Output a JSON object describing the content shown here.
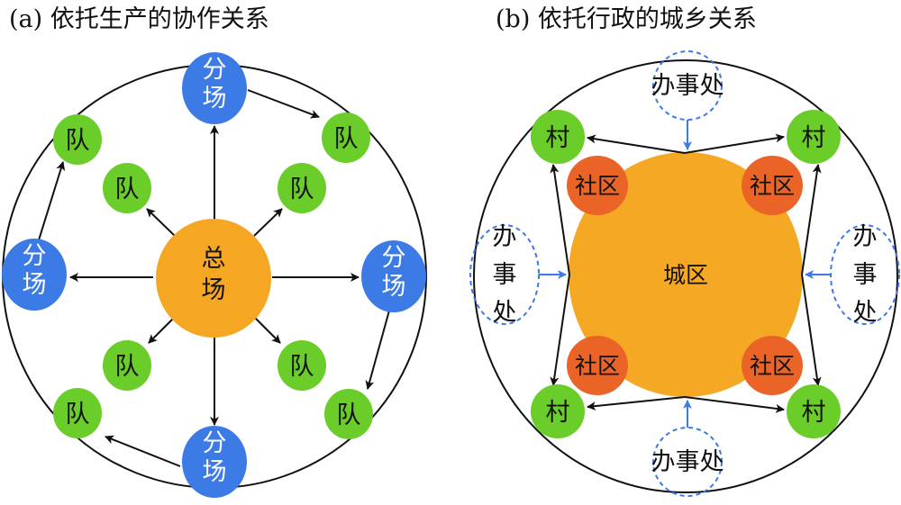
{
  "left": {
    "title": "(a) 依托生产的协作关系",
    "center_label": [
      "总",
      "场"
    ],
    "branch_label": [
      "分",
      "场"
    ],
    "team_label": "队"
  },
  "right": {
    "title": "(b) 依托行政的城乡关系",
    "city_label": "城区",
    "community_label": "社区",
    "village_label": "村",
    "office_label": "办事处",
    "office_label_chars": [
      "办",
      "事",
      "处"
    ]
  },
  "colors": {
    "center": "#f5a623",
    "branch": "#3c7ae6",
    "team": "#6acd2a",
    "community": "#ea6427",
    "city": "#f5a823",
    "office_dash": "#3c7ae6",
    "arrow_black": "#111111",
    "arrow_blue": "#3c7ae6"
  }
}
